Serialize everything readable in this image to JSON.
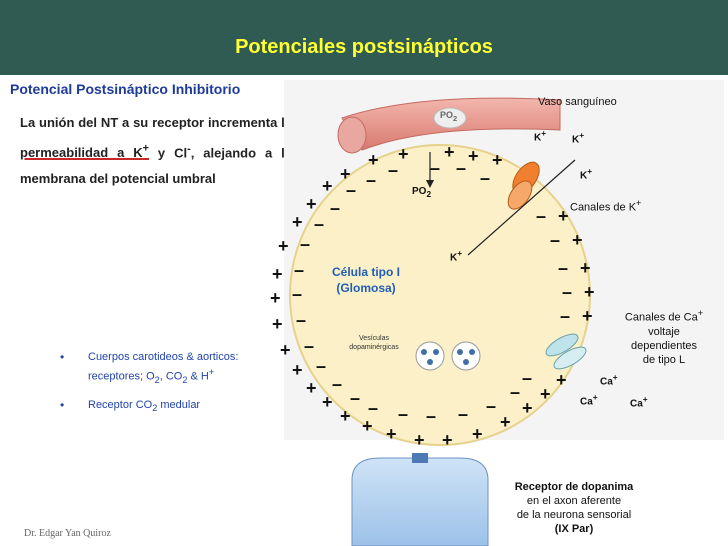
{
  "header": {
    "title": "Potenciales postsinápticos"
  },
  "subtitle": "Potencial Postsináptico Inhibitorio",
  "paragraph": {
    "part1": "La unión del NT a su receptor incrementa la ",
    "underlined": "permeabilidad a K",
    "sup1": "+",
    "part2": " y Cl",
    "sup2": "-",
    "part3": ", alejando a la membrana del potencial umbral"
  },
  "bullets": [
    {
      "text": "Cuerpos carotideos & aorticos: receptores; O",
      "sub": "2",
      "rest": ", CO",
      "sub2": "2",
      "rest2": " & H",
      "sup": "+"
    },
    {
      "text": "Receptor  CO",
      "sub": "2",
      "rest": " medular"
    }
  ],
  "diagram": {
    "vessel_label": "Vaso sanguíneo",
    "po2_vessel": "PO",
    "po2_vessel_sub": "2",
    "po2_cell": "PO",
    "po2_cell_sub": "2",
    "k_ion": "K",
    "k_sup": "+",
    "k_channel_label": "Canales de K",
    "k_channel_sup": "+",
    "cell_label_line1": "Célula tipo I",
    "cell_label_line2": "(Glomosa)",
    "vesicles_line1": "Vesículas",
    "vesicles_line2": "dopaminérgicas",
    "ca_channel_line1": "Canales de Ca",
    "ca_channel_sup": "+",
    "ca_channel_line2": "voltaje",
    "ca_channel_line3": "dependientes",
    "ca_channel_line4": "de tipo L",
    "ca_ion": "Ca",
    "ca_sup": "+",
    "receptor_line1": "Receptor de dopanima",
    "receptor_line2": "en el axon aferente",
    "receptor_line3": "de la  neurona sensorial",
    "receptor_line4": "(IX Par)",
    "plus": "+",
    "minus": "–"
  },
  "footer": "Dr. Edgar Yan Quiroz",
  "colors": {
    "header_bg": "#2f5b52",
    "title": "#ffff33",
    "subtitle": "#1f3b99",
    "cell_fill": "#fbf0c8",
    "vessel": "#e89a8f",
    "channel": "#f08030",
    "receptor": "#aecdee"
  }
}
